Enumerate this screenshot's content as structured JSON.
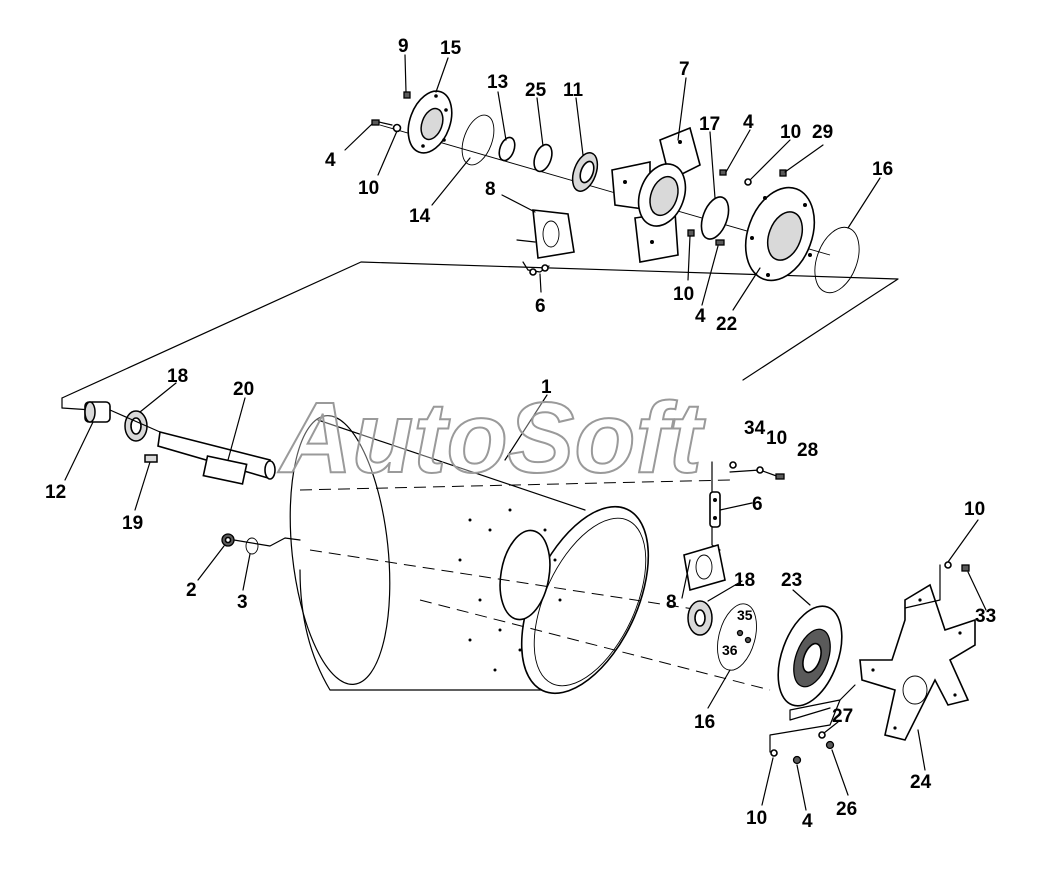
{
  "watermark": "AutoSoft",
  "callouts": [
    {
      "id": "c9",
      "label": "9"
    },
    {
      "id": "c15",
      "label": "15"
    },
    {
      "id": "c13",
      "label": "13"
    },
    {
      "id": "c25",
      "label": "25"
    },
    {
      "id": "c11",
      "label": "11"
    },
    {
      "id": "c7",
      "label": "7"
    },
    {
      "id": "c17",
      "label": "17"
    },
    {
      "id": "c4a",
      "label": "4"
    },
    {
      "id": "c10a",
      "label": "10"
    },
    {
      "id": "c29",
      "label": "29"
    },
    {
      "id": "c16a",
      "label": "16"
    },
    {
      "id": "c4b",
      "label": "4"
    },
    {
      "id": "c10b",
      "label": "10"
    },
    {
      "id": "c14",
      "label": "14"
    },
    {
      "id": "c8a",
      "label": "8"
    },
    {
      "id": "c10c",
      "label": "10"
    },
    {
      "id": "c4c",
      "label": "4"
    },
    {
      "id": "c22",
      "label": "22"
    },
    {
      "id": "c6a",
      "label": "6"
    },
    {
      "id": "c18a",
      "label": "18"
    },
    {
      "id": "c20",
      "label": "20"
    },
    {
      "id": "c1",
      "label": "1"
    },
    {
      "id": "c34",
      "label": "34"
    },
    {
      "id": "c10d",
      "label": "10"
    },
    {
      "id": "c28",
      "label": "28"
    },
    {
      "id": "c12",
      "label": "12"
    },
    {
      "id": "c19",
      "label": "19"
    },
    {
      "id": "c6b",
      "label": "6"
    },
    {
      "id": "c10e",
      "label": "10"
    },
    {
      "id": "c2",
      "label": "2"
    },
    {
      "id": "c3",
      "label": "3"
    },
    {
      "id": "c18b",
      "label": "18"
    },
    {
      "id": "c23",
      "label": "23"
    },
    {
      "id": "c8b",
      "label": "8"
    },
    {
      "id": "c35",
      "label": "35"
    },
    {
      "id": "c33",
      "label": "33"
    },
    {
      "id": "c36",
      "label": "36"
    },
    {
      "id": "c27",
      "label": "27"
    },
    {
      "id": "c16b",
      "label": "16"
    },
    {
      "id": "c24",
      "label": "24"
    },
    {
      "id": "c26",
      "label": "26"
    },
    {
      "id": "c10f",
      "label": "10"
    },
    {
      "id": "c4d",
      "label": "4"
    }
  ]
}
